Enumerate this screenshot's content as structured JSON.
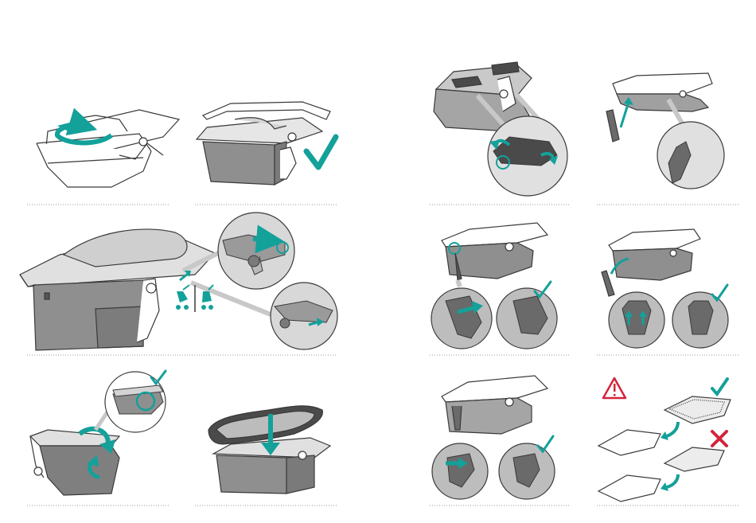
{
  "document": {
    "type": "assembly-instructions",
    "pages": 2,
    "steps": [
      {
        "id": "left-1",
        "icons": [
          "rotate-arrow-icon"
        ]
      },
      {
        "id": "left-2",
        "icons": [
          "checkmark-icon"
        ]
      },
      {
        "id": "left-3",
        "icons": [
          "push-arrow-icon",
          "stroller-facing-icon",
          "stroller-reverse-icon"
        ]
      },
      {
        "id": "left-4",
        "icons": [
          "rotate-arrow-icon",
          "checkmark-icon"
        ]
      },
      {
        "id": "left-5",
        "icons": [
          "down-arrow-icon"
        ]
      },
      {
        "id": "right-1",
        "icons": [
          "release-arrow-icon"
        ]
      },
      {
        "id": "right-2",
        "icons": [
          "up-arrow-icon"
        ]
      },
      {
        "id": "right-3",
        "icons": [
          "push-arrow-icon",
          "checkmark-icon"
        ]
      },
      {
        "id": "right-4",
        "icons": [
          "up-arrow-icon",
          "checkmark-icon"
        ]
      },
      {
        "id": "right-5",
        "icons": [
          "push-arrow-icon",
          "checkmark-icon"
        ]
      },
      {
        "id": "right-6",
        "icons": [
          "warning-icon",
          "checkmark-icon",
          "cross-icon"
        ]
      }
    ]
  },
  "colors": {
    "accent": "#13a19a",
    "warning": "#d3243b",
    "body_fill": "#8f8f8f",
    "light_fill": "#d4d4d4",
    "outline": "#3a3a3a",
    "divider": "#9a9a9a"
  }
}
